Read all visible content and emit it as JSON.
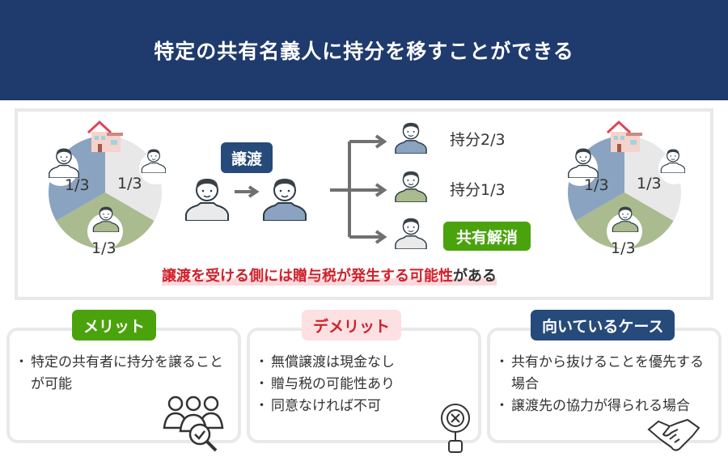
{
  "header": {
    "title": "特定の共有名義人に持分を移すことができる"
  },
  "diagram": {
    "before_pie": {
      "shares": [
        "1/3",
        "1/3",
        "1/3"
      ]
    },
    "transfer_label": "譲渡",
    "results": [
      {
        "label": "持分2/3"
      },
      {
        "label": "持分1/3"
      },
      {
        "label": "共有解消"
      }
    ],
    "after_pie": {
      "shares": [
        "1/3",
        "1/3",
        "1/3"
      ]
    },
    "warning_highlight": "譲渡を受ける側には贈与税が発生する可能性",
    "warning_tail": "がある"
  },
  "cards": [
    {
      "title": "メリット",
      "items": [
        "特定の共有者に持分を譲ることが可能"
      ]
    },
    {
      "title": "デメリット",
      "items": [
        "無償譲渡は現金なし",
        "贈与税の可能性あり",
        "同意なければ不可"
      ]
    },
    {
      "title": "向いているケース",
      "items": [
        "共有から抜けることを優先する場合",
        "譲渡先の協力が得られる場合"
      ]
    }
  ],
  "colors": {
    "navy": "#1f3a6c",
    "green": "#4aa30c",
    "pink": "#fde0e2",
    "red": "#d0202a",
    "blue_slice": "#8aa3c0",
    "gray_slice": "#e8e8e8",
    "green_slice": "#a9bb8f"
  }
}
